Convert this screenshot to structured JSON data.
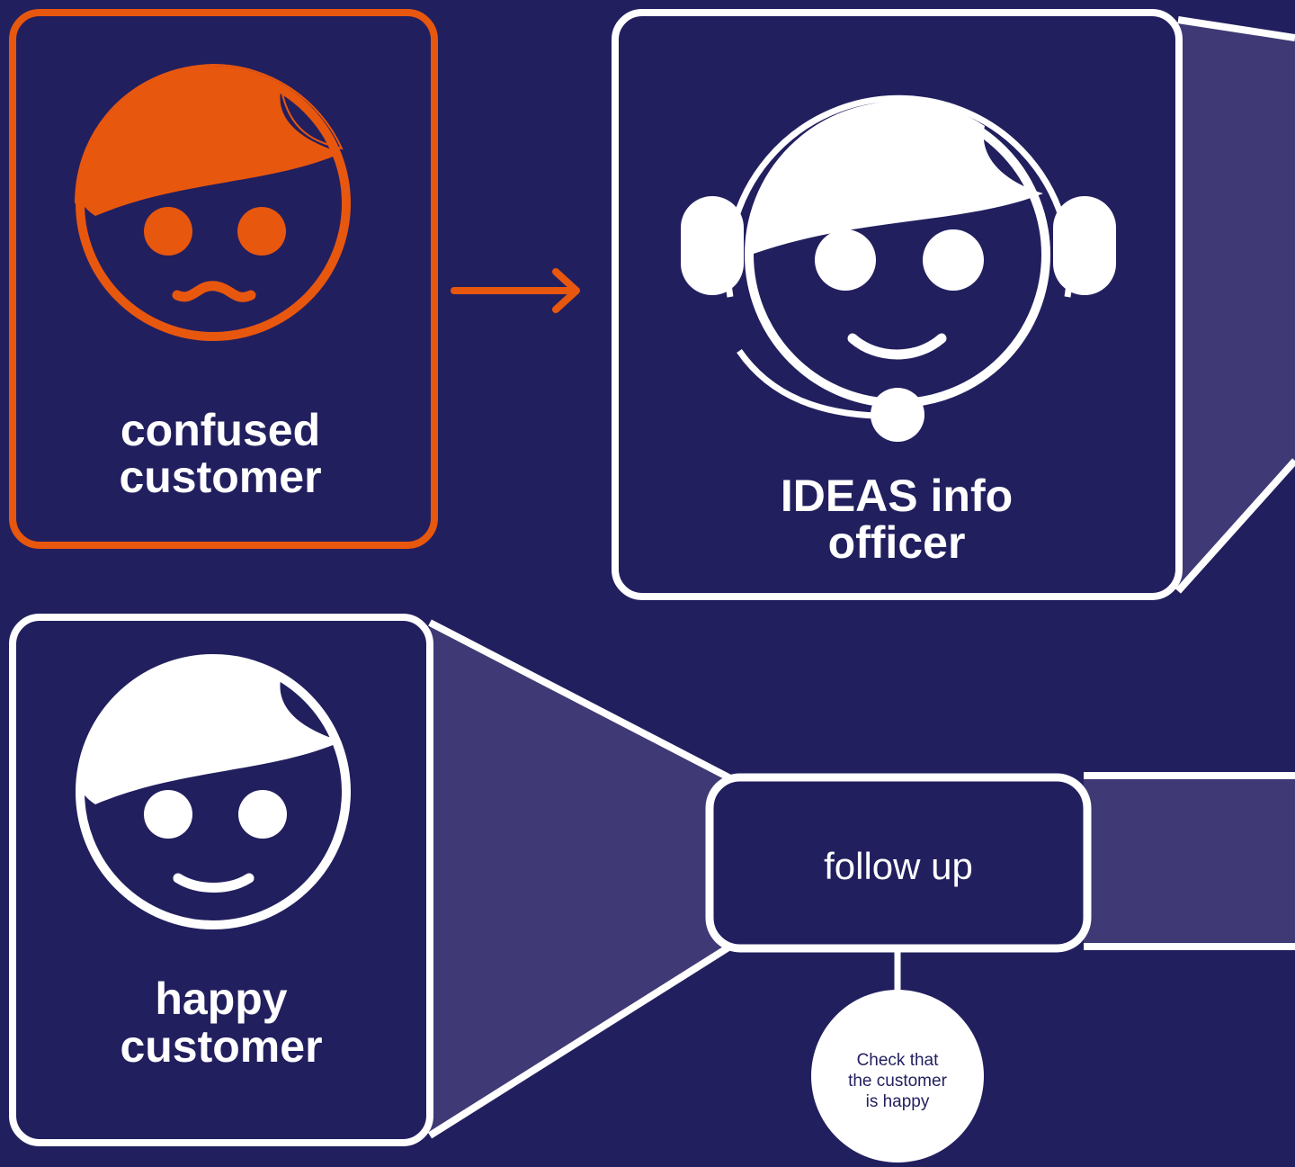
{
  "colors": {
    "background": "#221f5f",
    "accent": "#e8570e",
    "outline": "#ffffff",
    "beam": "#3f3a75"
  },
  "cards": {
    "confused": {
      "line1": "confused",
      "line2": "customer",
      "icon": "confused-face-icon"
    },
    "officer": {
      "line1": "IDEAS info",
      "line2": "officer",
      "icon": "headset-officer-icon"
    },
    "happy": {
      "line1": "happy",
      "line2": "customer",
      "icon": "happy-face-icon"
    }
  },
  "step": {
    "label": "follow up"
  },
  "note": {
    "line1": "Check that",
    "line2": "the customer",
    "line3": "is happy"
  }
}
